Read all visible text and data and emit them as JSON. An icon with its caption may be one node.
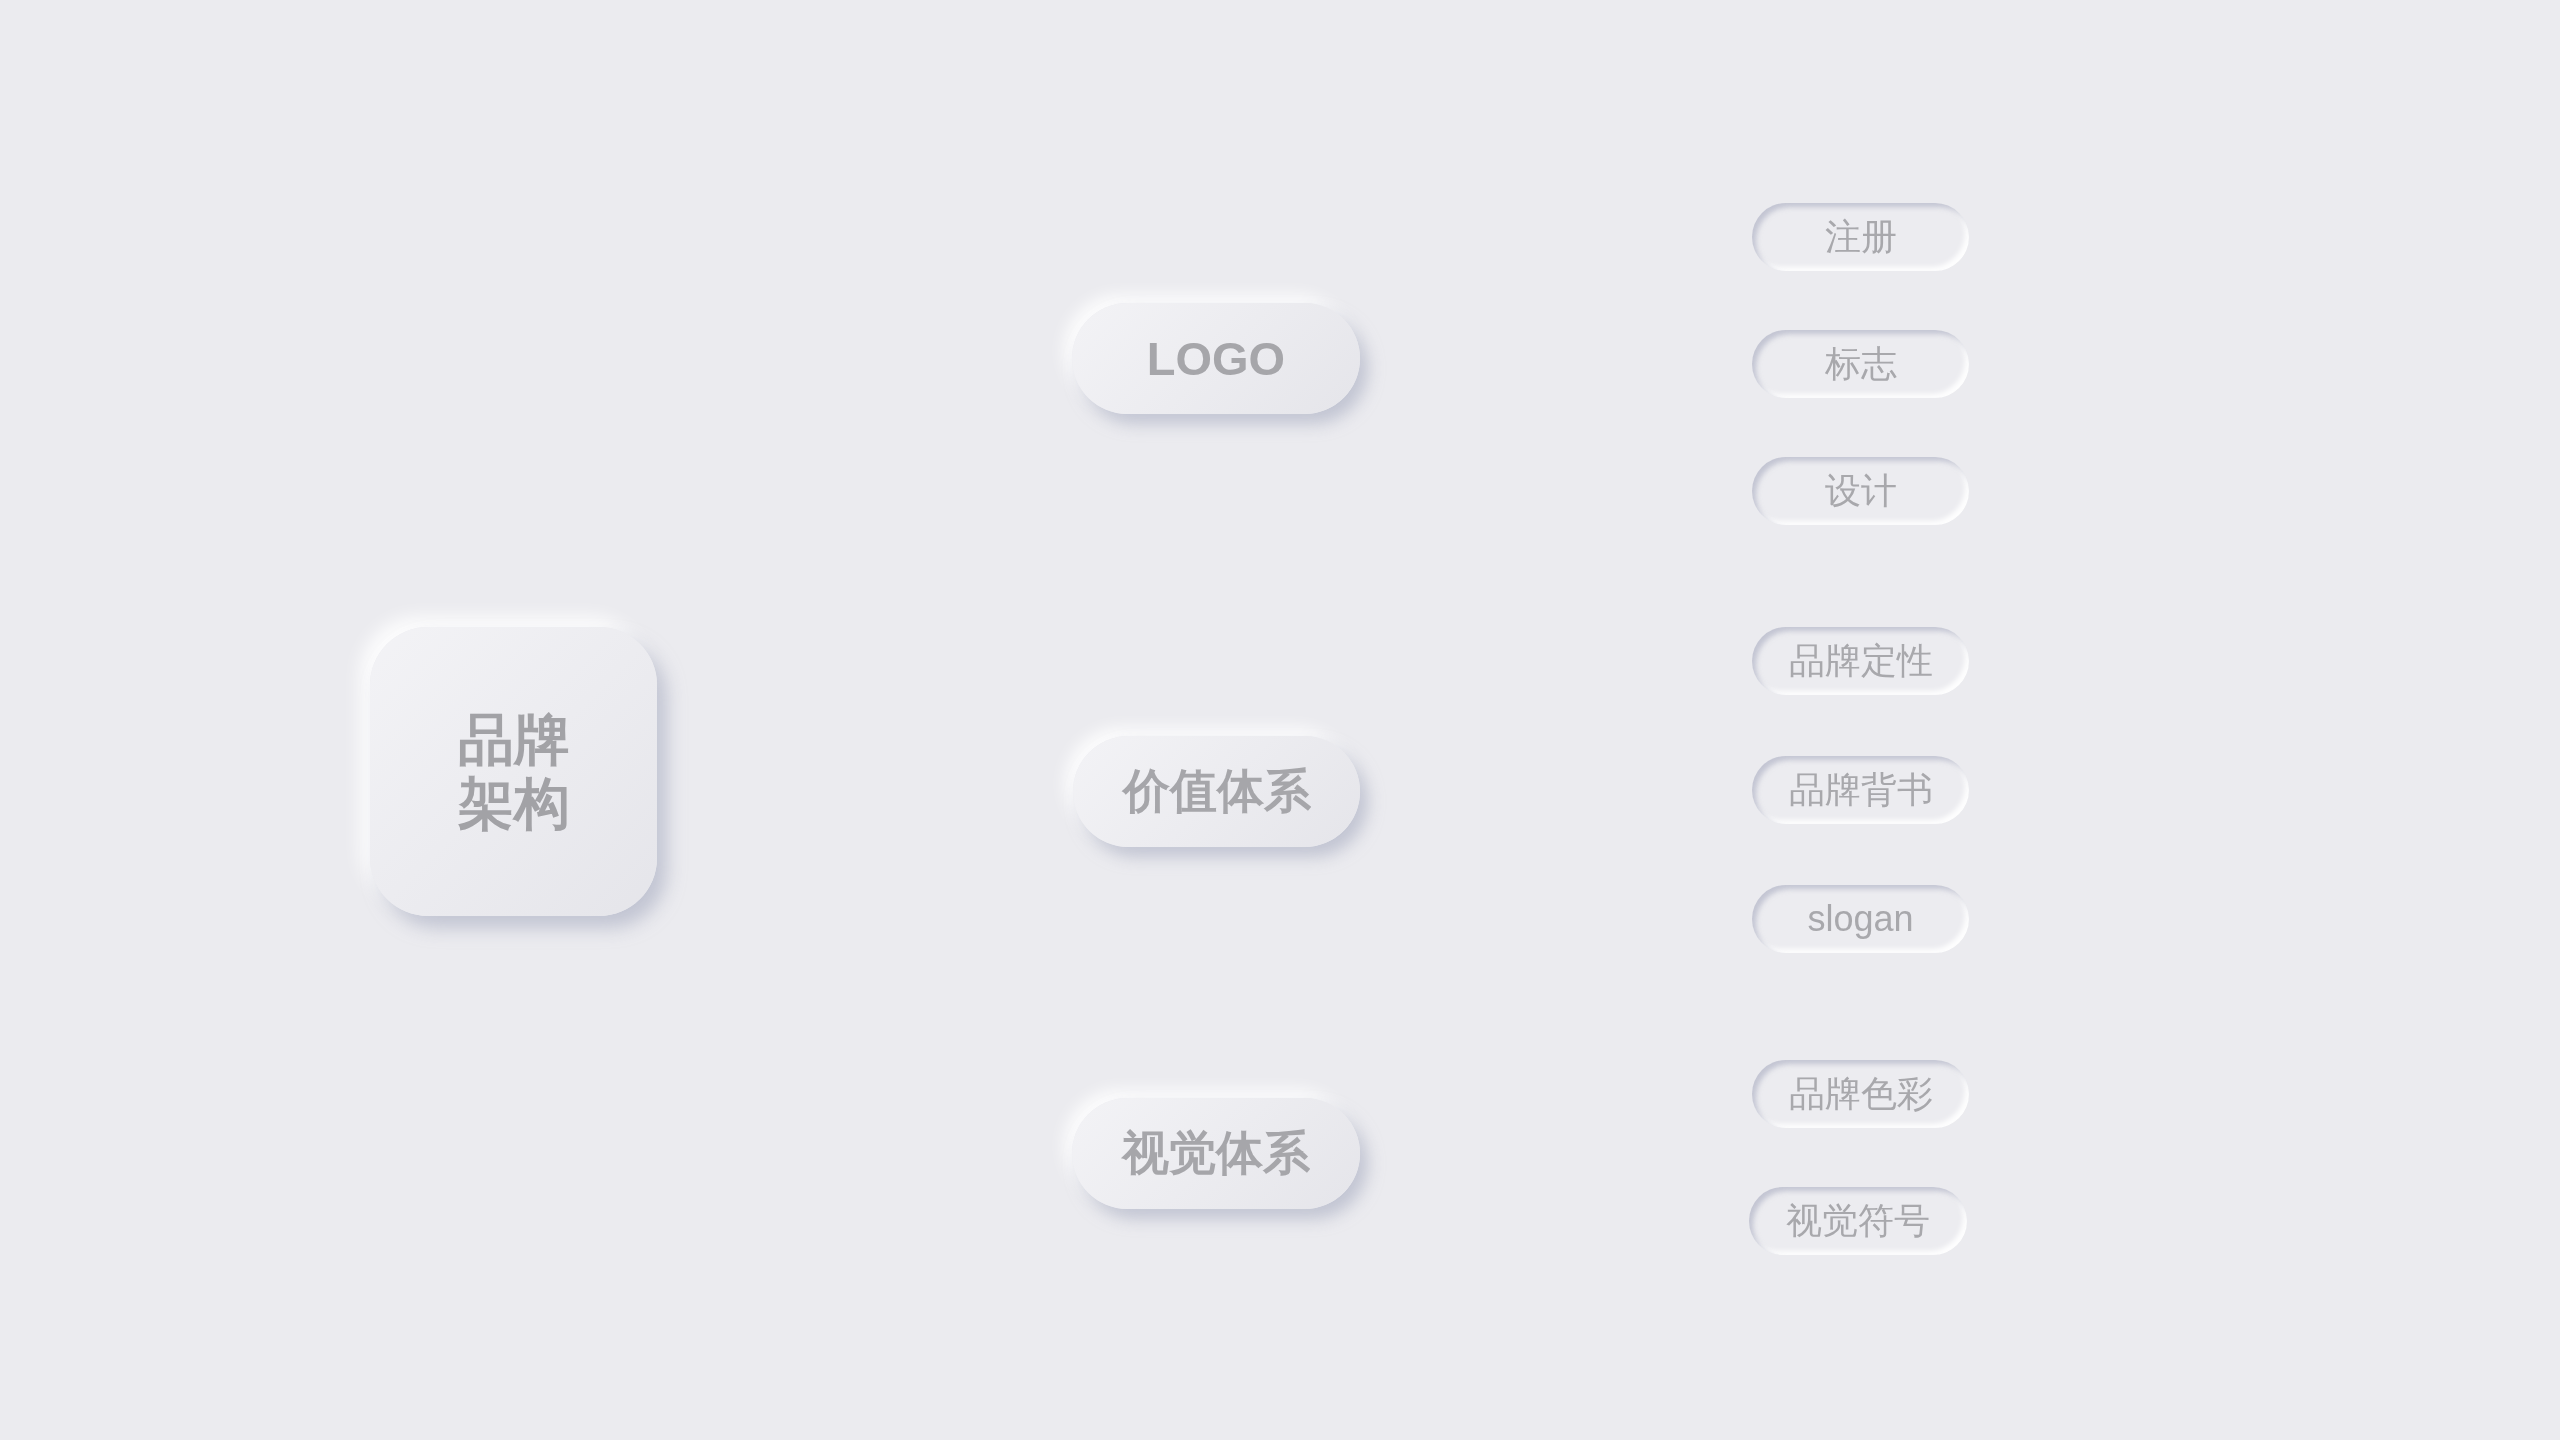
{
  "diagram": {
    "nodes": [
      {
        "text": [
          "品牌架构"
        ]
      },
      {
        "text": [
          "LOGO"
        ]
      },
      {
        "text": [
          "注册"
        ]
      },
      {
        "text": [
          "标志"
        ]
      },
      {
        "text": [
          "设计"
        ]
      },
      {
        "text": [
          "价值体系"
        ]
      },
      {
        "text": [
          "品牌定性"
        ]
      },
      {
        "text": [
          "品牌背书"
        ]
      },
      {
        "text": [
          "slogan"
        ]
      },
      {
        "text": [
          "视觉体系"
        ]
      },
      {
        "text": [
          "品牌色彩"
        ]
      },
      {
        "text": [
          "视觉符号"
        ]
      }
    ]
  }
}
